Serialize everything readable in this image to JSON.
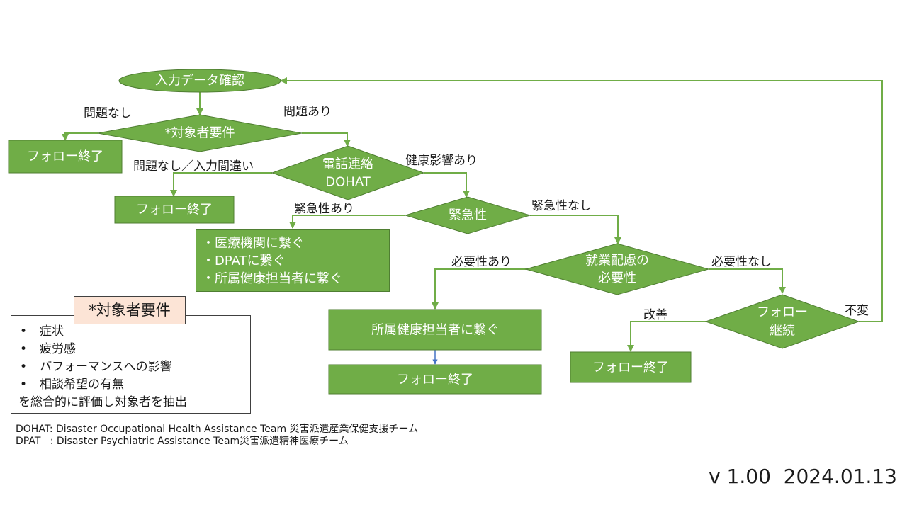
{
  "nodes": {
    "start": "入力データ確認",
    "criteria_decision": "*対象者要件",
    "phone_decision_line1": "電話連絡",
    "phone_decision_line2": "DOHAT",
    "urgency_decision": "緊急性",
    "work_decision_line1": "就業配慮の",
    "work_decision_line2": "必要性",
    "follow_decision_line1": "フォロー",
    "follow_decision_line2": "継続",
    "end1": "フォロー終了",
    "end2": "フォロー終了",
    "end3": "フォロー終了",
    "end4": "フォロー終了",
    "refer_health": "所属健康担当者に繋ぐ"
  },
  "connect_box": {
    "items": [
      "医療機関に繋ぐ",
      "DPATに繋ぐ",
      "所属健康担当者に繋ぐ"
    ]
  },
  "edge_labels": {
    "no_issue": "問題なし",
    "issue": "問題あり",
    "no_issue_or_error": "問題なし／入力間違い",
    "health_impact": "健康影響あり",
    "urgent": "緊急性あり",
    "not_urgent": "緊急性なし",
    "needed": "必要性あり",
    "not_needed": "必要性なし",
    "improved": "改善",
    "unchanged": "不変"
  },
  "criteria": {
    "title": "*対象者要件",
    "items": [
      "症状",
      "疲労感",
      "パフォーマンスへの影響",
      "相談希望の有無"
    ],
    "summary": "を総合的に評価し対象者を抽出"
  },
  "footnotes": [
    "DOHAT: Disaster Occupational Health Assistance Team 災害派遣産業保健支援チーム",
    "DPAT   : Disaster Psychiatric Assistance Team災害派遣精神医療チーム"
  ],
  "version": "v 1.00  2024.01.13",
  "colors": {
    "node": "#70ad47",
    "edge": "#70ad47",
    "title_box": "#fce4d6",
    "special_arrow": "#4472c4"
  }
}
